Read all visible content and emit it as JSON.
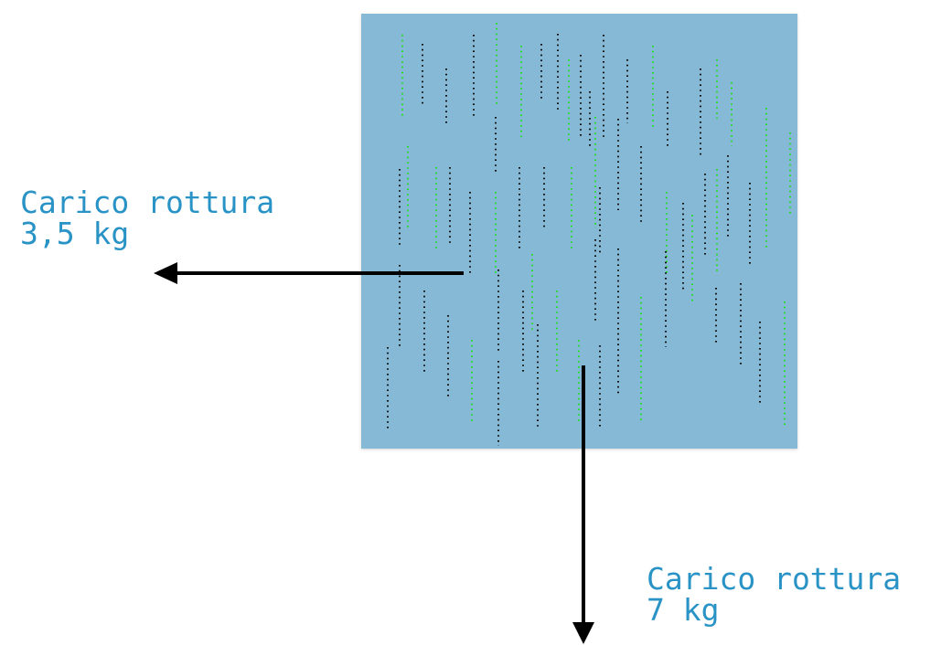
{
  "colors": {
    "fabric": "#86b9d6",
    "fiber_black": "#111111",
    "fiber_green": "#22dd22",
    "arrow": "#000000",
    "label_text": "#2a93c6"
  },
  "labels": {
    "horizontal_force": {
      "line1": "Carico rottura",
      "line2": "3,5 kg"
    },
    "vertical_force": {
      "line1": "Carico rottura",
      "line2": "7 kg"
    }
  }
}
